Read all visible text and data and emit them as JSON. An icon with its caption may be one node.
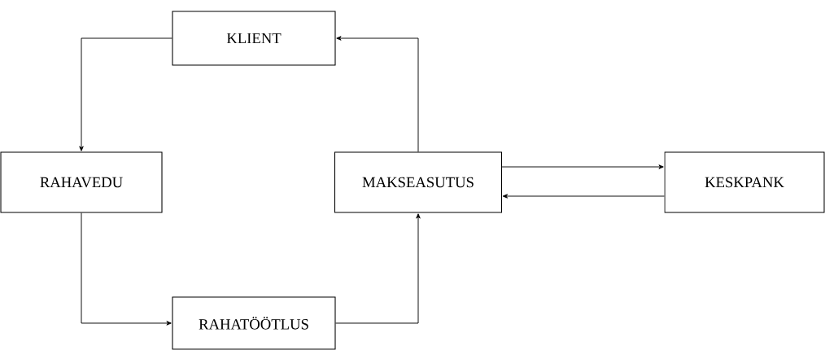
{
  "diagram": {
    "nodes": [
      {
        "text": [
          "KLIENT"
        ]
      },
      {
        "text": [
          "RAHAVEDU"
        ]
      },
      {
        "text": [
          "MAKSEASUTUS"
        ]
      },
      {
        "text": [
          "KESKPANK"
        ]
      },
      {
        "text": [
          "RAHATÖÖTLUS"
        ]
      }
    ],
    "edges": [
      {
        "from": 0,
        "to": 1,
        "arrow": "to"
      },
      {
        "from": 1,
        "to": 4,
        "arrow": "to"
      },
      {
        "from": 4,
        "to": 2,
        "arrow": "to"
      },
      {
        "from": 2,
        "to": 0,
        "arrow": "to"
      },
      {
        "from": 2,
        "to": 3,
        "arrow": "to"
      },
      {
        "from": 3,
        "to": 2,
        "arrow": "to"
      }
    ]
  }
}
